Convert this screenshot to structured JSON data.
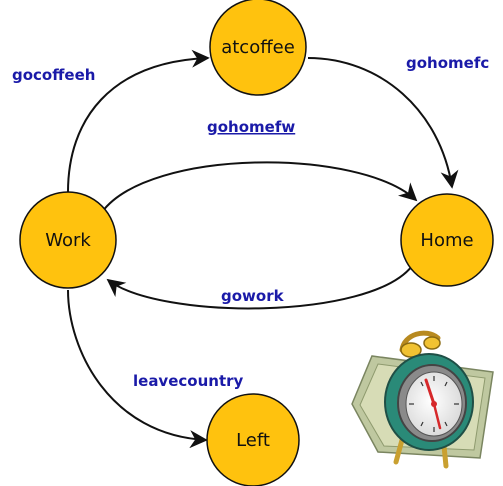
{
  "colors": {
    "node_fill": "#FFC20E",
    "node_stroke": "#111111",
    "edge": "#111111",
    "label": "#1a1aa8"
  },
  "nodes": {
    "atcoffee": "atcoffee",
    "work": "Work",
    "home": "Home",
    "left": "Left"
  },
  "edges": {
    "gocoffeeh": "gocoffeeh",
    "gohomefc": "gohomefc",
    "gohomefw": "gohomefw",
    "gowork": "gowork",
    "leavecountry": "leavecountry"
  },
  "icons": {
    "clock": "alarm-clock-icon"
  }
}
